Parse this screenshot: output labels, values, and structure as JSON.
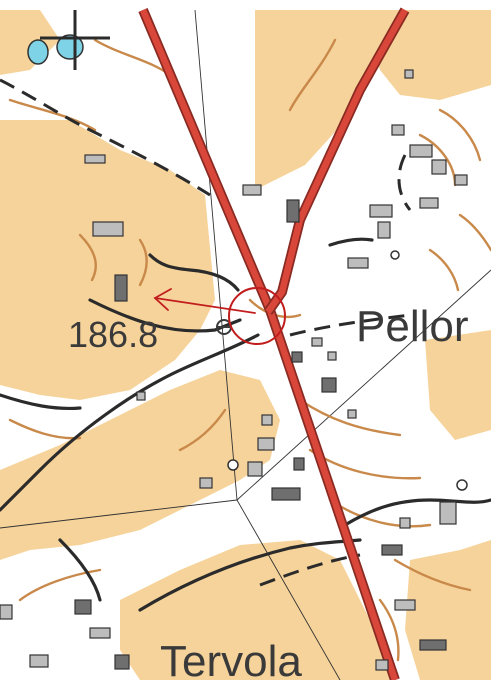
{
  "map": {
    "labels": {
      "spot_height": "186.8",
      "place_pellor": "Pellor",
      "place_tervola": "Tervola"
    },
    "colors": {
      "open_land": "#f6d39a",
      "forest": "#ffffff",
      "main_road_fill": "#d9473b",
      "main_road_casing": "#8a2a22",
      "minor_road": "#2b2b2b",
      "contour": "#c9894a",
      "building": "#6f6f6f",
      "building_light": "#bdbdbd",
      "water": "#7fd3e6",
      "marker": "#c21d1d",
      "grid_line": "#333333",
      "text": "#3a3a3a"
    },
    "icons": [
      "target-circle-icon",
      "arrow-left-icon",
      "survey-point-icon"
    ]
  }
}
